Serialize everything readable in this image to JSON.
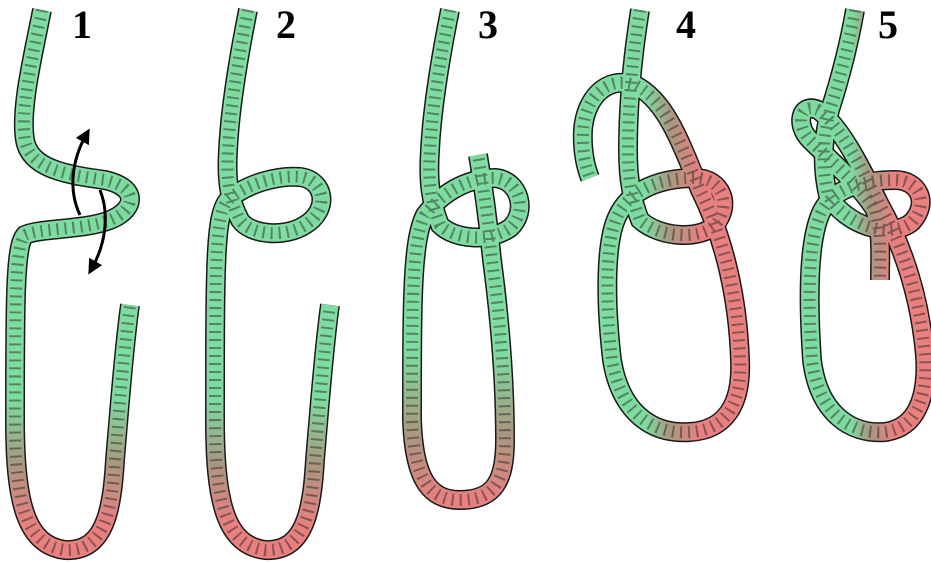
{
  "steps": [
    {
      "label": "1"
    },
    {
      "label": "2"
    },
    {
      "label": "3"
    },
    {
      "label": "4"
    },
    {
      "label": "5"
    }
  ],
  "colors": {
    "standing_part": "#7fdca0",
    "standing_part_dark": "#2fa85a",
    "working_end": "#e88080",
    "working_end_dark": "#c04848",
    "transition": "#a89880",
    "outline": "#1a1a1a",
    "arrow": "#000000",
    "background": "#ffffff"
  },
  "icons": {
    "rotation_arrows": "curved-double-arrow",
    "rope": "braided-rope-segment"
  }
}
